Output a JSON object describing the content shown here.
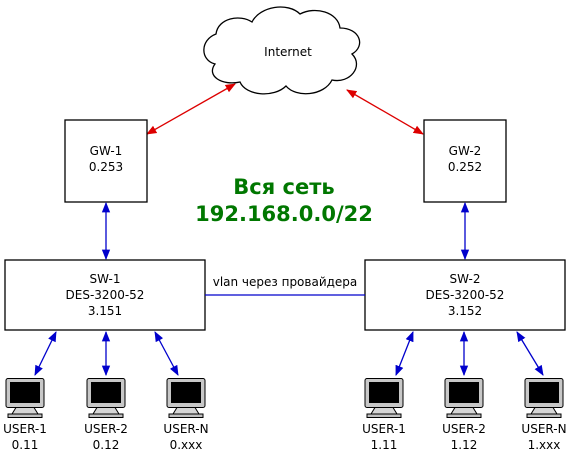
{
  "colors": {
    "red_link": "#dd0000",
    "blue_link": "#0000cc",
    "headline": "#007700"
  },
  "internet": {
    "label": "Internet"
  },
  "headline": {
    "line1": "Вся сеть",
    "line2": "192.168.0.0/22"
  },
  "gateways": [
    {
      "name": "GW-1",
      "ip": "0.253"
    },
    {
      "name": "GW-2",
      "ip": "0.252"
    }
  ],
  "switches": [
    {
      "name": "SW-1",
      "model": "DES-3200-52",
      "ip": "3.151"
    },
    {
      "name": "SW-2",
      "model": "DES-3200-52",
      "ip": "3.152"
    }
  ],
  "trunk": {
    "label": "vlan через провайдера"
  },
  "users": [
    {
      "name": "USER-1",
      "ip": "0.11",
      "icon": "monitor-icon"
    },
    {
      "name": "USER-2",
      "ip": "0.12",
      "icon": "monitor-icon"
    },
    {
      "name": "USER-N",
      "ip": "0.xxx",
      "icon": "monitor-icon"
    },
    {
      "name": "USER-1",
      "ip": "1.11",
      "icon": "monitor-icon"
    },
    {
      "name": "USER-2",
      "ip": "1.12",
      "icon": "monitor-icon"
    },
    {
      "name": "USER-N",
      "ip": "1.xxx",
      "icon": "monitor-icon"
    }
  ]
}
